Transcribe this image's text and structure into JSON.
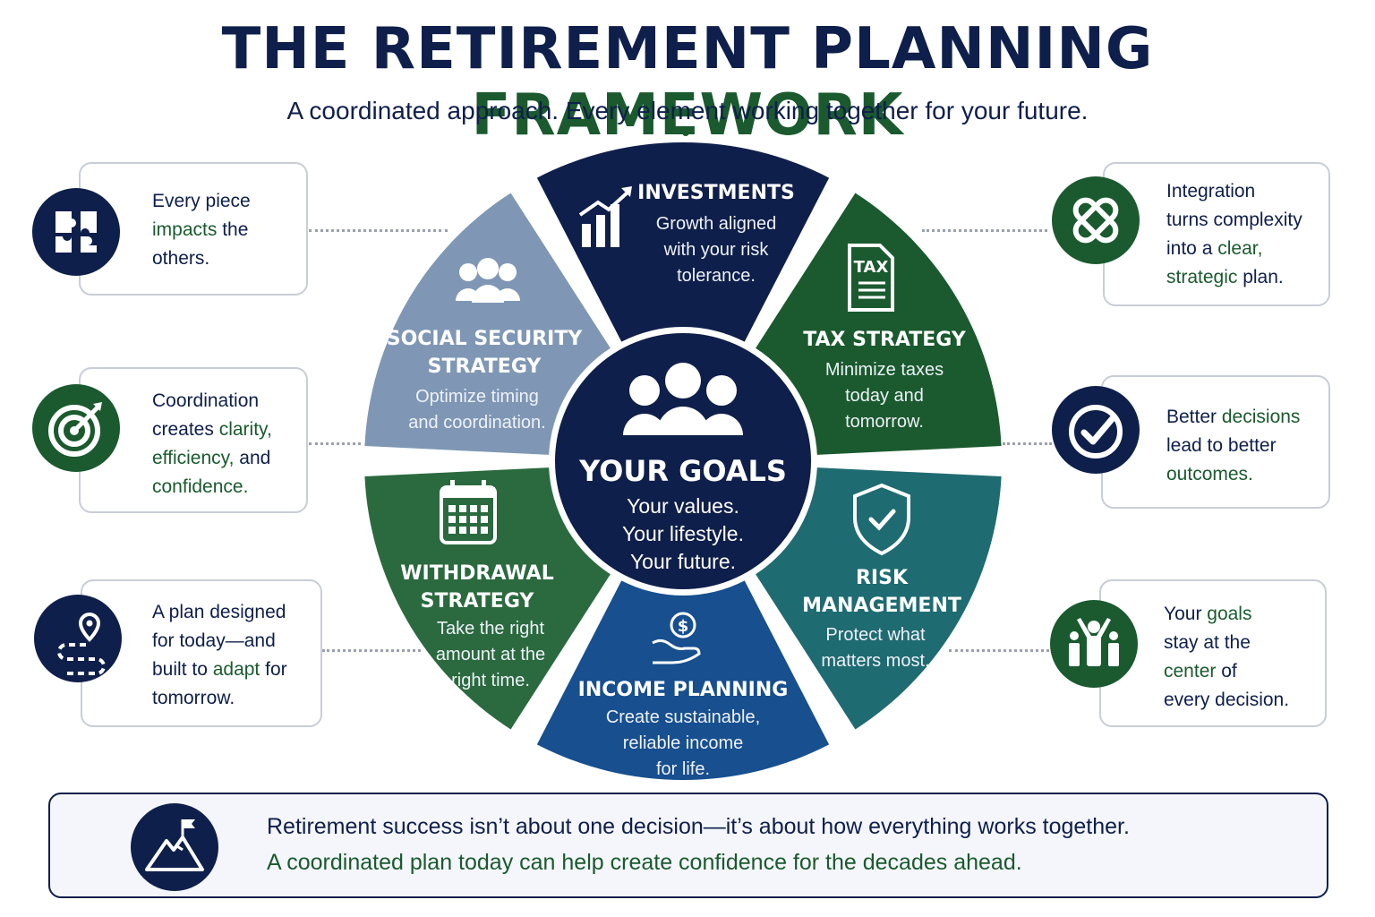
{
  "title": {
    "part1": "THE RETIREMENT PLANNING",
    "part2": "FRAMEWORK"
  },
  "subtitle": "A coordinated approach. Every element working together for your future.",
  "colors": {
    "navy": "#0f1f4b",
    "green": "#1a5a2e",
    "slate": "#7f97b5",
    "teal": "#1f6b72",
    "blue": "#174f8f",
    "forest": "#2b6a3f"
  },
  "center": {
    "title": "YOUR GOALS",
    "lines": [
      "Your values.",
      "Your lifestyle.",
      "Your future."
    ],
    "icon": "people-group-icon"
  },
  "segments": [
    {
      "id": "investments",
      "title_lines": [
        "INVESTMENTS"
      ],
      "desc_lines": [
        "Growth aligned",
        "with your risk",
        "tolerance."
      ],
      "icon": "bar-chart-growth-icon",
      "color": "#0f1f4b"
    },
    {
      "id": "tax",
      "title_lines": [
        "TAX STRATEGY"
      ],
      "desc_lines": [
        "Minimize taxes",
        "today and",
        "tomorrow."
      ],
      "icon": "tax-document-icon",
      "icon_text": "TAX",
      "color": "#1a5a2e"
    },
    {
      "id": "risk",
      "title_lines": [
        "RISK",
        "MANAGEMENT"
      ],
      "desc_lines": [
        "Protect what",
        "matters most."
      ],
      "icon": "shield-check-icon",
      "color": "#1f6b72"
    },
    {
      "id": "income",
      "title_lines": [
        "INCOME PLANNING"
      ],
      "desc_lines": [
        "Create sustainable,",
        "reliable income",
        "for life."
      ],
      "icon": "hand-dollar-icon",
      "color": "#174f8f"
    },
    {
      "id": "withdrawal",
      "title_lines": [
        "WITHDRAWAL",
        "STRATEGY"
      ],
      "desc_lines": [
        "Take the right",
        "amount at the",
        "right time."
      ],
      "icon": "calendar-icon",
      "color": "#2b6a3f"
    },
    {
      "id": "social",
      "title_lines": [
        "SOCIAL SECURITY",
        "STRATEGY"
      ],
      "desc_lines": [
        "Optimize timing",
        "and coordination."
      ],
      "icon": "people-icon",
      "color": "#7f97b5"
    }
  ],
  "left_cards": [
    {
      "icon": "puzzle-icon",
      "lines": [
        [
          [
            "Every piece",
            ""
          ]
        ],
        [
          [
            "impacts",
            "hl"
          ],
          [
            " the",
            ""
          ]
        ],
        [
          [
            "others.",
            ""
          ]
        ]
      ]
    },
    {
      "icon": "target-icon",
      "lines": [
        [
          [
            "Coordination",
            ""
          ]
        ],
        [
          [
            "creates ",
            ""
          ],
          [
            "clarity,",
            "hl"
          ]
        ],
        [
          [
            "efficiency,",
            "hl"
          ],
          [
            " and",
            ""
          ]
        ],
        [
          [
            "confidence.",
            "hl"
          ]
        ]
      ]
    },
    {
      "icon": "route-pin-icon",
      "lines": [
        [
          [
            "A plan designed",
            ""
          ]
        ],
        [
          [
            "for today—and",
            ""
          ]
        ],
        [
          [
            "built to ",
            ""
          ],
          [
            "adapt",
            "hl"
          ],
          [
            " for",
            ""
          ]
        ],
        [
          [
            "tomorrow.",
            ""
          ]
        ]
      ]
    }
  ],
  "right_cards": [
    {
      "icon": "integration-icon",
      "lines": [
        [
          [
            "Integration",
            ""
          ]
        ],
        [
          [
            "turns complexity",
            ""
          ]
        ],
        [
          [
            "into a ",
            ""
          ],
          [
            "clear,",
            "hl"
          ]
        ],
        [
          [
            "strategic",
            "hl"
          ],
          [
            " plan.",
            ""
          ]
        ]
      ]
    },
    {
      "icon": "check-circle-icon",
      "lines": [
        [
          [
            "Better ",
            ""
          ],
          [
            "decisions",
            "hl"
          ]
        ],
        [
          [
            "lead to better",
            ""
          ]
        ],
        [
          [
            "outcomes.",
            "hl"
          ]
        ]
      ]
    },
    {
      "icon": "celebrating-people-icon",
      "lines": [
        [
          [
            "Your ",
            ""
          ],
          [
            "goals",
            "hl"
          ]
        ],
        [
          [
            "stay at the",
            ""
          ]
        ],
        [
          [
            "center",
            "hl"
          ],
          [
            " of",
            ""
          ]
        ],
        [
          [
            "every decision.",
            ""
          ]
        ]
      ]
    }
  ],
  "footer": {
    "icon": "mountain-flag-icon",
    "line1": "Retirement success isn’t about one decision—it’s about how everything works together.",
    "line2": "A coordinated plan today can help create confidence for the decades ahead."
  }
}
